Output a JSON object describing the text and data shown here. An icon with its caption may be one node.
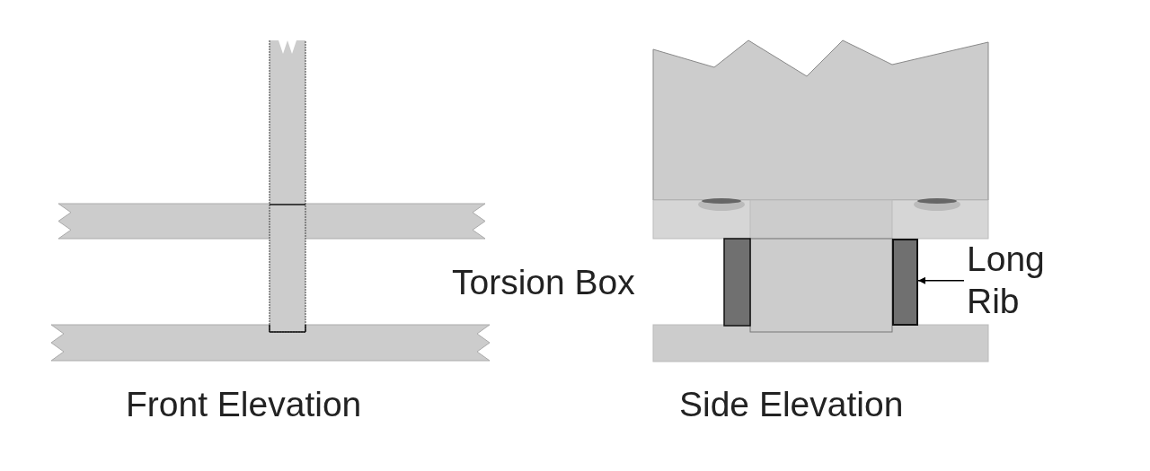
{
  "diagram": {
    "nodes": [
      {
        "text": [
          "Long Rib"
        ]
      },
      {
        "text": [],
        "shape": "bar"
      }
    ],
    "edges": [
      {
        "from": 0,
        "to": 1,
        "arrow": "to"
      }
    ],
    "labels": [
      "Torsion Box",
      "Front Elevation",
      "Side Elevation"
    ]
  }
}
